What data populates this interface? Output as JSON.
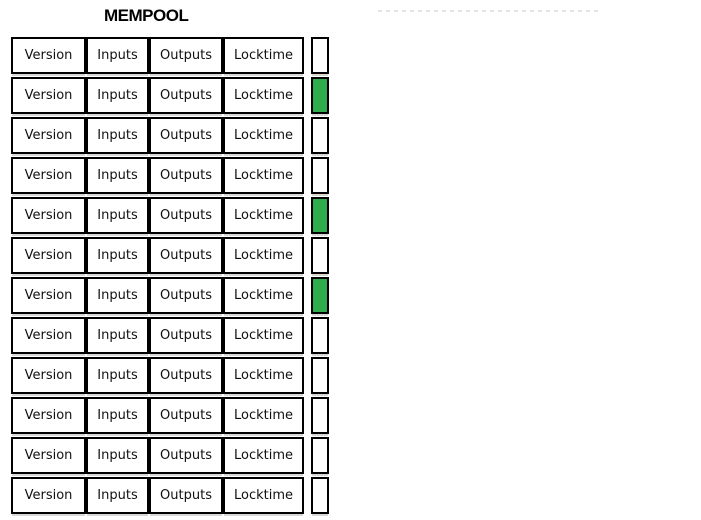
{
  "title": "MEMPOOL",
  "transaction_fields": [
    "Version",
    "Inputs",
    "Outputs",
    "Locktime"
  ],
  "colors": {
    "green": "#2EAC4E",
    "white": "#FFFFFF",
    "border": "#000000",
    "dashed_line": "#E3E3E3"
  },
  "mempool": {
    "transactions": [
      {
        "indicator": "white"
      },
      {
        "indicator": "green"
      },
      {
        "indicator": "white"
      },
      {
        "indicator": "white"
      },
      {
        "indicator": "green"
      },
      {
        "indicator": "white"
      },
      {
        "indicator": "green"
      },
      {
        "indicator": "white"
      },
      {
        "indicator": "white"
      },
      {
        "indicator": "white"
      },
      {
        "indicator": "white"
      },
      {
        "indicator": "white"
      }
    ]
  }
}
